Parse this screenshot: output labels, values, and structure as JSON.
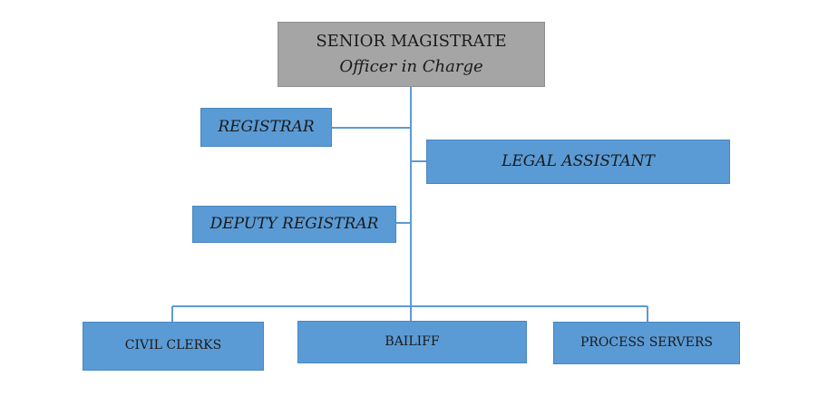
{
  "chart": {
    "head": {
      "title": "SENIOR MAGISTRATE",
      "subtitle": "Officer in Charge"
    },
    "registrar": "REGISTRAR",
    "legal_assistant": "LEGAL ASSISTANT",
    "deputy_registrar": "DEPUTY REGISTRAR",
    "civil_clerks": "CIVIL CLERKS",
    "bailiff": "BAILIFF",
    "process_servers": "PROCESS SERVERS"
  },
  "colors": {
    "head_box": "#a5a5a5",
    "unit_box": "#5b9bd5",
    "connector": "#5b9bd5"
  }
}
